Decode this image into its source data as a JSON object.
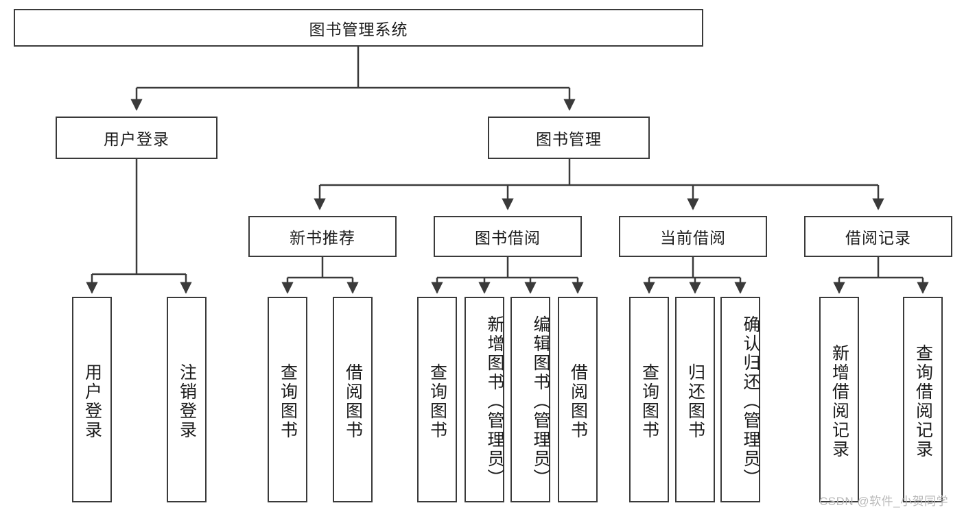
{
  "diagram": {
    "type": "tree",
    "title_node": {
      "label": "图书管理系统"
    },
    "level2": [
      {
        "label": "用户登录"
      },
      {
        "label": "图书管理"
      }
    ],
    "level3": [
      {
        "label": "新书推荐"
      },
      {
        "label": "图书借阅"
      },
      {
        "label": "当前借阅"
      },
      {
        "label": "借阅记录"
      }
    ],
    "leaves": {
      "user_login": [
        {
          "label": "用户登录"
        },
        {
          "label": "注销登录"
        }
      ],
      "new_book_recommend": [
        {
          "label": "查询图书"
        },
        {
          "label": "借阅图书"
        }
      ],
      "book_borrow": [
        {
          "label": "查询图书"
        },
        {
          "label": "新增图书（管理员）"
        },
        {
          "label": "编辑图书（管理员）"
        },
        {
          "label": "借阅图书"
        }
      ],
      "current_borrow": [
        {
          "label": "查询图书"
        },
        {
          "label": "归还图书"
        },
        {
          "label": "确认归还（管理员）"
        }
      ],
      "borrow_record": [
        {
          "label": "新增借阅记录"
        },
        {
          "label": "查询借阅记录"
        }
      ]
    }
  },
  "watermark": {
    "text": "CSDN @软件_小贺同学"
  },
  "colors": {
    "stroke": "#3a3a3a",
    "fill": "#ffffff",
    "text": "#1b1b1b",
    "watermark": "#b9b9b9"
  }
}
